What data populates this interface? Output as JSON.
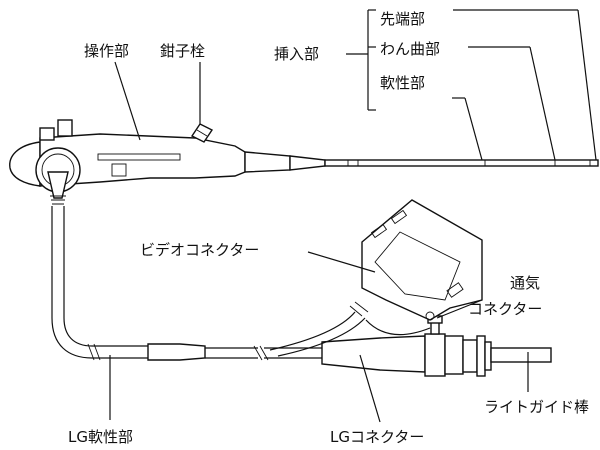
{
  "labels": {
    "control_section": "操作部",
    "forceps_plug": "鉗子栓",
    "insertion_section": "挿入部",
    "distal_end": "先端部",
    "bending_section": "わん曲部",
    "flexible_section": "軟性部",
    "video_connector": "ビデオコネクター",
    "air_vent_line1": "通気",
    "air_vent_line2": "コネクター",
    "light_guide_rod": "ライトガイド棒",
    "lg_flexible_section": "LG軟性部",
    "lg_connector": "LGコネクター"
  },
  "colors": {
    "line": "#111111",
    "background": "#ffffff"
  }
}
